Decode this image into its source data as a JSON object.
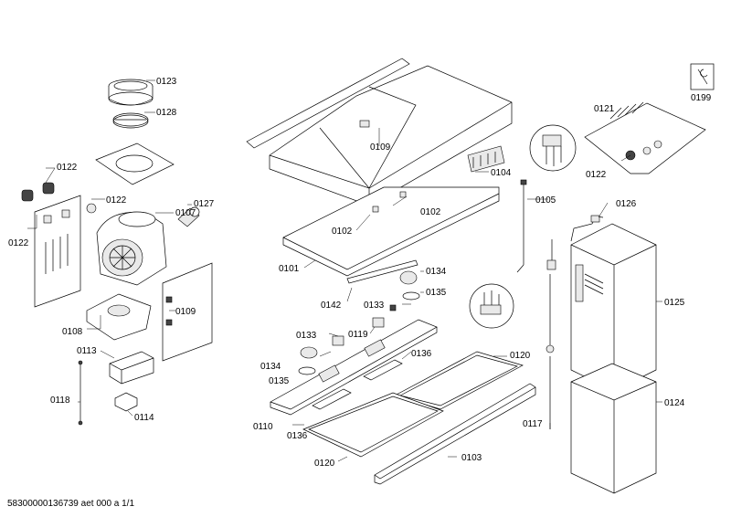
{
  "labels": {
    "l0123": "0123",
    "l0128": "0128",
    "l0122a": "0122",
    "l0122b": "0122",
    "l0122c": "0122",
    "l0107": "0107",
    "l0127": "0127",
    "l0108": "0108",
    "l0109a": "0109",
    "l0109b": "0109",
    "l0113": "0113",
    "l0118": "0118",
    "l0114": "0114",
    "l0101": "0101",
    "l0102a": "0102",
    "l0102b": "0102",
    "l0104": "0104",
    "l0105": "0105",
    "l0121": "0121",
    "l0122d": "0122",
    "l0126": "0126",
    "l0125": "0125",
    "l0124": "0124",
    "l0199": "0199",
    "l0142": "0142",
    "l0134a": "0134",
    "l0135a": "0135",
    "l0133a": "0133",
    "l0133b": "0133",
    "l0119": "0119",
    "l0134b": "0134",
    "l0135b": "0135",
    "l0136a": "0136",
    "l0120a": "0120",
    "l0110": "0110",
    "l0136b": "0136",
    "l0117": "0117",
    "l0120b": "0120",
    "l0103": "0103"
  },
  "footer": "58300000136739 aet 000 a 1/1",
  "icons": {
    "service": "wrench-icon"
  }
}
